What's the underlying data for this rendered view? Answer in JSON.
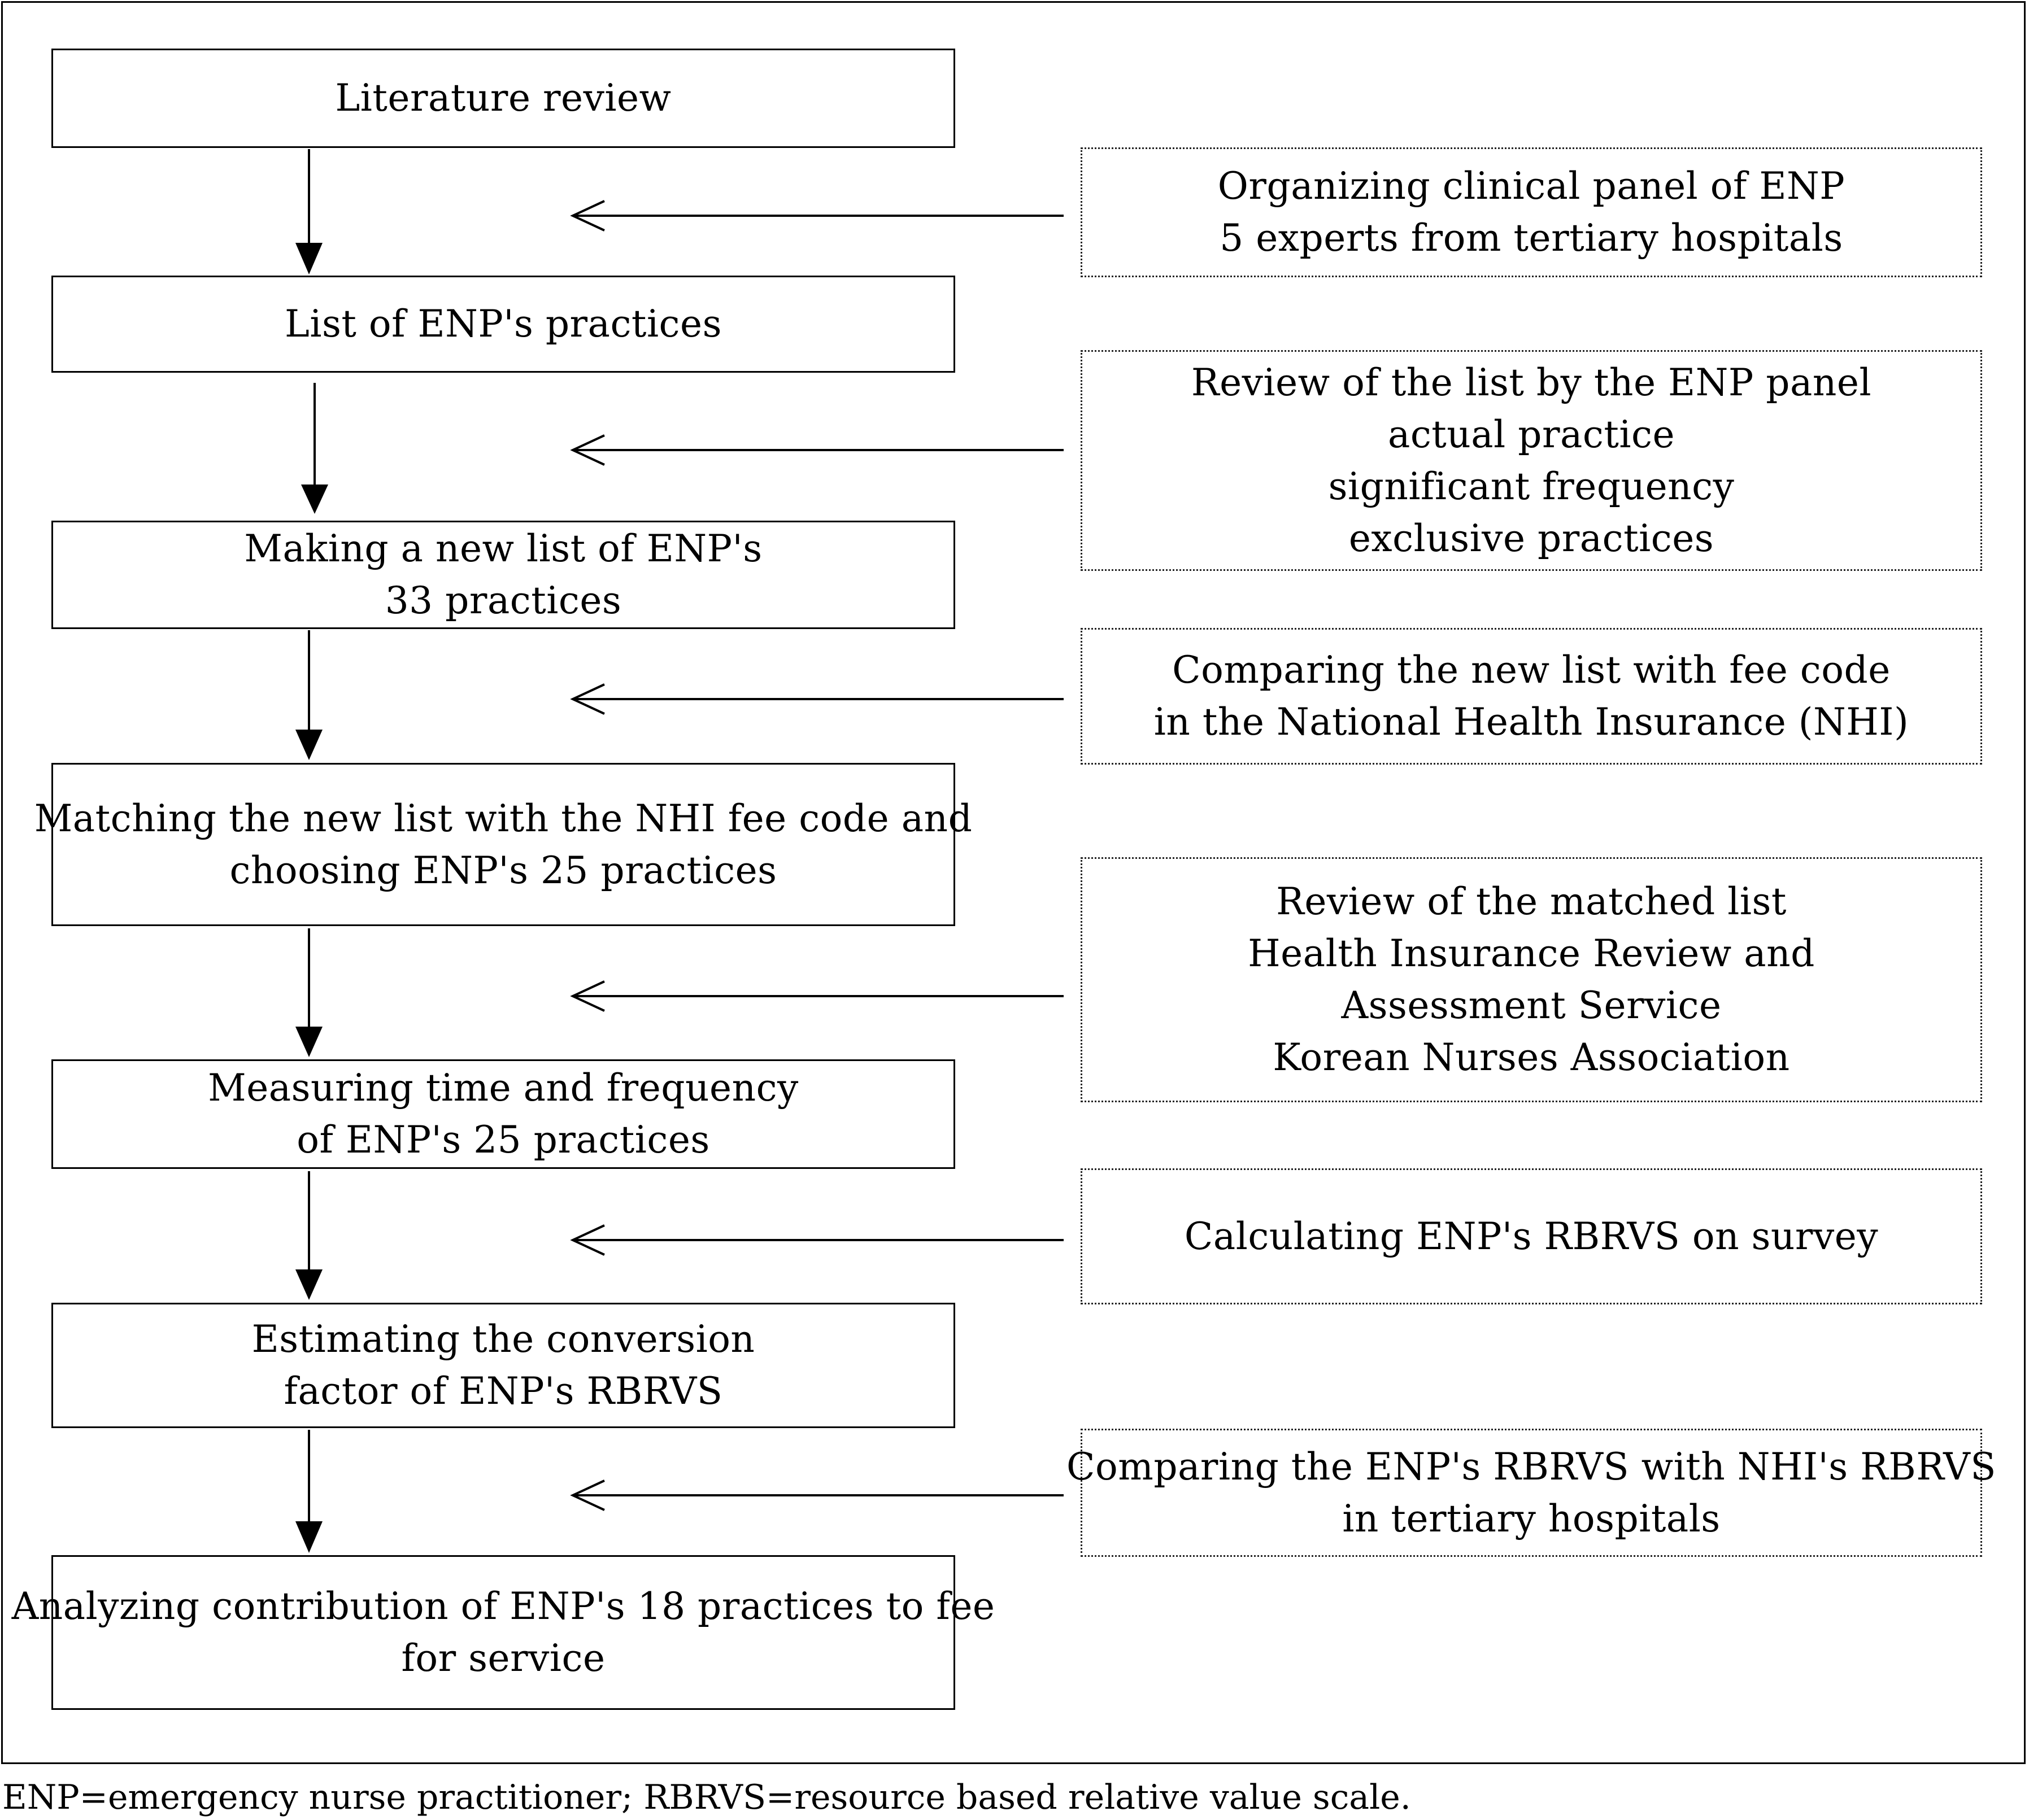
{
  "main_steps": [
    {
      "id": "literature",
      "lines": [
        "Literature review"
      ]
    },
    {
      "id": "list",
      "lines": [
        "List of ENP's practices"
      ]
    },
    {
      "id": "new-list",
      "lines": [
        "Making a new list of ENP's",
        "33 practices"
      ]
    },
    {
      "id": "matching",
      "lines": [
        "Matching the new list with the NHI fee code and",
        "choosing ENP's 25 practices"
      ]
    },
    {
      "id": "measuring",
      "lines": [
        "Measuring time and frequency",
        "of ENP's 25 practices"
      ]
    },
    {
      "id": "estimating",
      "lines": [
        "Estimating the conversion",
        "factor of ENP's RBRVS"
      ]
    },
    {
      "id": "analyzing",
      "lines": [
        "Analyzing contribution of ENP's 18 practices to fee",
        "for service"
      ]
    }
  ],
  "side_notes": [
    {
      "id": "panel",
      "lines": [
        "Organizing clinical panel of ENP",
        "5 experts from tertiary hospitals"
      ]
    },
    {
      "id": "review-list",
      "lines": [
        "Review of the list by the ENP panel",
        "actual practice",
        "significant frequency",
        "exclusive practices"
      ]
    },
    {
      "id": "compare-fee",
      "lines": [
        "Comparing the new list with fee code",
        "in the National Health Insurance (NHI)"
      ]
    },
    {
      "id": "review-matched",
      "lines": [
        "Review of the matched list",
        "Health Insurance Review and",
        "Assessment Service",
        "Korean Nurses Association"
      ]
    },
    {
      "id": "calc-rbrvs",
      "lines": [
        "Calculating ENP's RBRVS on survey"
      ]
    },
    {
      "id": "compare-rbrvs",
      "lines": [
        "Comparing the ENP's RBRVS with NHI's RBRVS",
        "in tertiary hospitals"
      ]
    }
  ],
  "footnote": "ENP=emergency nurse practitioner; RBRVS=resource based relative value scale."
}
